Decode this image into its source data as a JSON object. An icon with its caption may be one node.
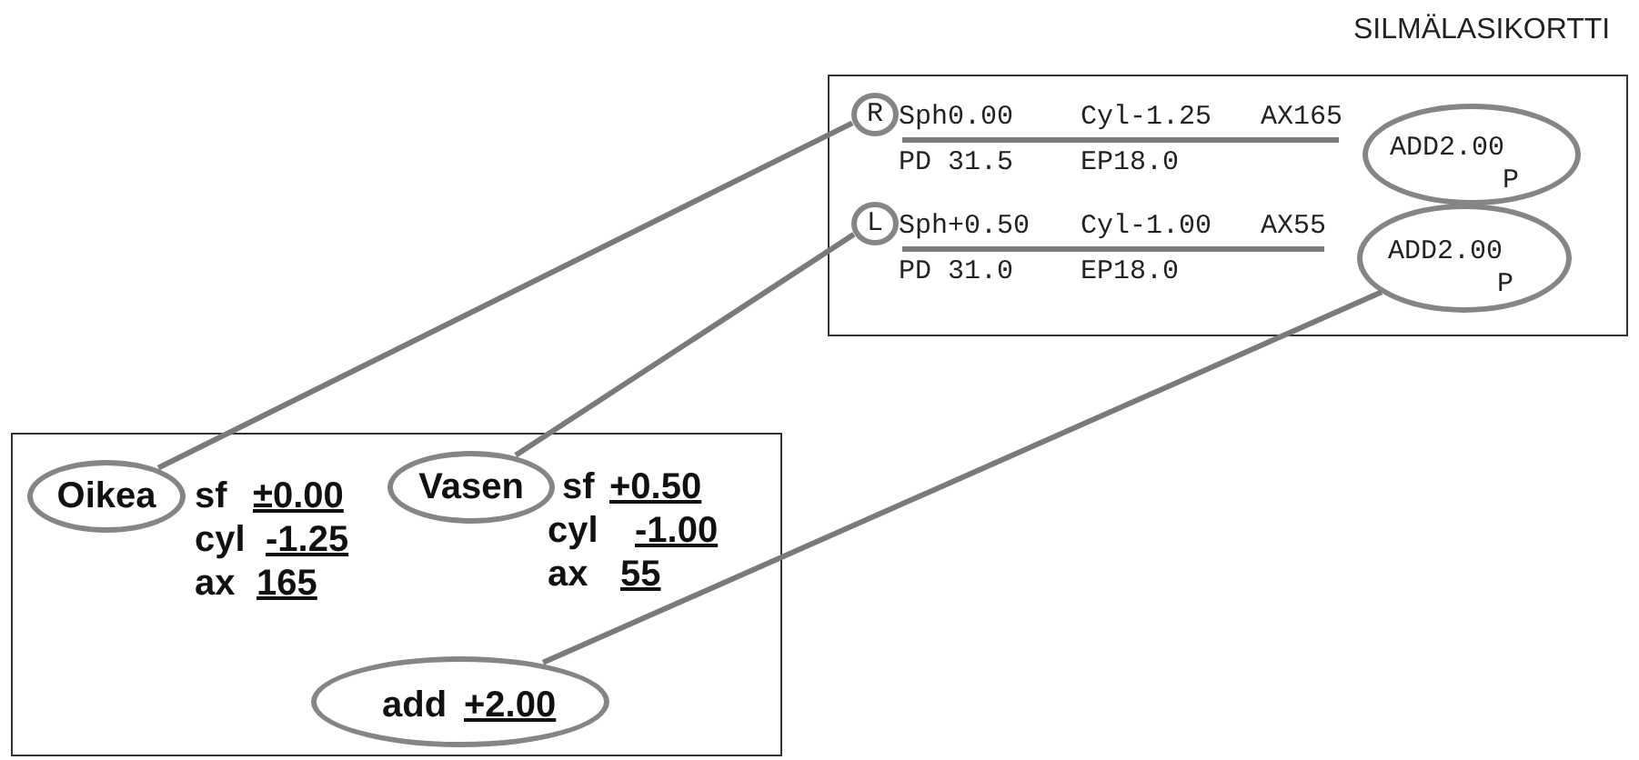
{
  "diagram": {
    "title": "SILMÄLASIKORTTI",
    "nodes": [
      {
        "text": [
          "Sph0.00",
          "Cyl-1.25",
          "AX165",
          "PD 31.5",
          "EP18.0",
          "Sph+0.50",
          "Cyl-1.00",
          "AX55",
          "PD 31.0",
          "EP18.0"
        ]
      },
      {
        "text": [
          "R"
        ],
        "in": 0
      },
      {
        "text": [
          "ADD2.00",
          "P"
        ],
        "in": 0
      },
      {
        "text": [
          "L"
        ],
        "in": 0
      },
      {
        "text": [
          "ADD2.00",
          "P"
        ],
        "in": 0
      },
      {
        "text": [
          "sf",
          "±0.00",
          "cyl",
          "-1.25",
          "ax",
          "165",
          "sf",
          "+0.50",
          "cyl",
          "-1.00",
          "ax",
          "55"
        ]
      },
      {
        "text": [
          "Oikea"
        ],
        "in": 5
      },
      {
        "text": [
          "Vasen"
        ],
        "in": 5
      },
      {
        "text": [
          "add",
          "+2.00"
        ],
        "in": 5
      }
    ],
    "edges": [
      {
        "from": 1,
        "to": 6,
        "arrow": "none"
      },
      {
        "from": 3,
        "to": 7,
        "arrow": "none"
      },
      {
        "from": 4,
        "to": 8,
        "arrow": "none"
      }
    ]
  }
}
